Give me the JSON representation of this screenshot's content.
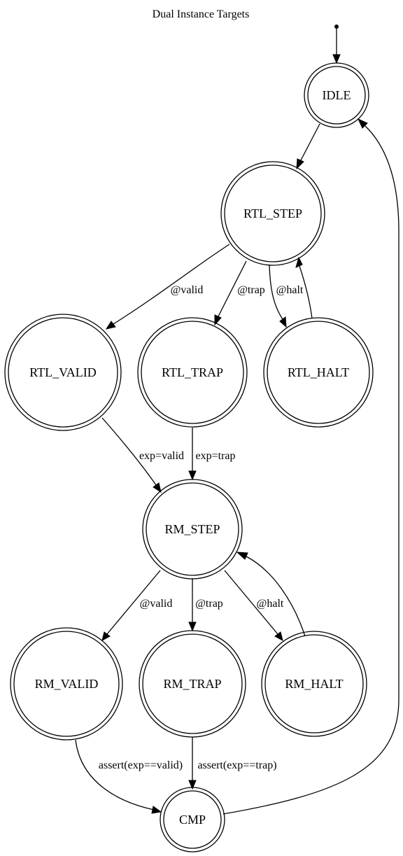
{
  "diagram": {
    "title": "Dual Instance Targets",
    "nodes": {
      "idle": "IDLE",
      "rtl_step": "RTL_STEP",
      "rtl_valid": "RTL_VALID",
      "rtl_trap": "RTL_TRAP",
      "rtl_halt": "RTL_HALT",
      "rm_step": "RM_STEP",
      "rm_valid": "RM_VALID",
      "rm_trap": "RM_TRAP",
      "rm_halt": "RM_HALT",
      "cmp": "CMP"
    },
    "edges": {
      "rtl_step_to_rtl_valid": "@valid",
      "rtl_step_to_rtl_trap": "@trap",
      "rtl_step_to_rtl_halt": "@halt",
      "rtl_valid_to_rm_step": "exp=valid",
      "rtl_trap_to_rm_step": "exp=trap",
      "rm_step_to_rm_valid": "@valid",
      "rm_step_to_rm_trap": "@trap",
      "rm_step_to_rm_halt": "@halt",
      "rm_valid_to_cmp": "assert(exp==valid)",
      "rm_trap_to_cmp": "assert(exp==trap)"
    }
  }
}
